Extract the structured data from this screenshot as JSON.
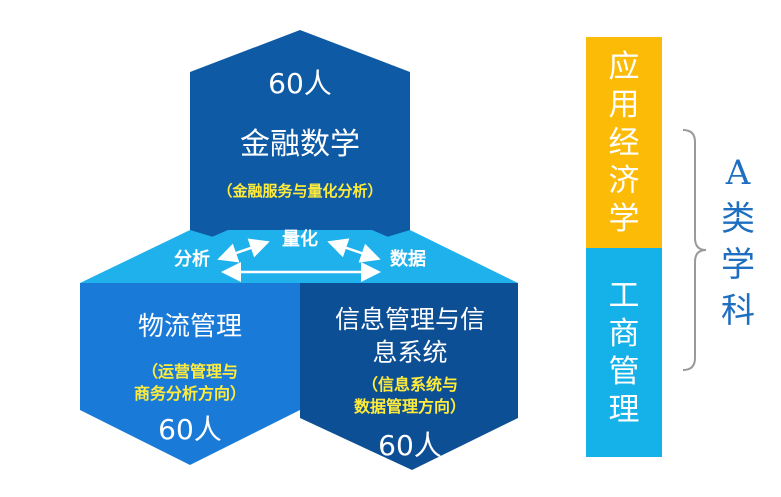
{
  "colors": {
    "top_hex": "#0f5aa4",
    "top_band": "#1fb1ec",
    "left_hex": "#1a7ad8",
    "right_hex": "#0d4f95",
    "bar_top": "#fbbb06",
    "bar_bottom": "#15b1e9",
    "brace": "#9a9a9a",
    "vertical_text": "#1e6fc0"
  },
  "top": {
    "count": "60人",
    "name": "金融数学",
    "direction": "（金融服务与量化分析）"
  },
  "middle": {
    "quantify": "量化",
    "analysis": "分析",
    "data": "数据"
  },
  "left": {
    "name": "物流管理",
    "direction_line1": "（运营管理与",
    "direction_line2": "商务分析方向）",
    "count": "60人"
  },
  "right": {
    "name_line1": "信息管理与信",
    "name_line2": "息系统",
    "direction_line1": "（信息系统与",
    "direction_line2": "数据管理方向）",
    "count": "60人"
  },
  "bar": {
    "top_chars": [
      "应",
      "用",
      "经",
      "济",
      "学"
    ],
    "bottom_chars": [
      "工",
      "商",
      "管",
      "理"
    ]
  },
  "category": {
    "chars": [
      "A",
      "类",
      "学",
      "科"
    ]
  }
}
